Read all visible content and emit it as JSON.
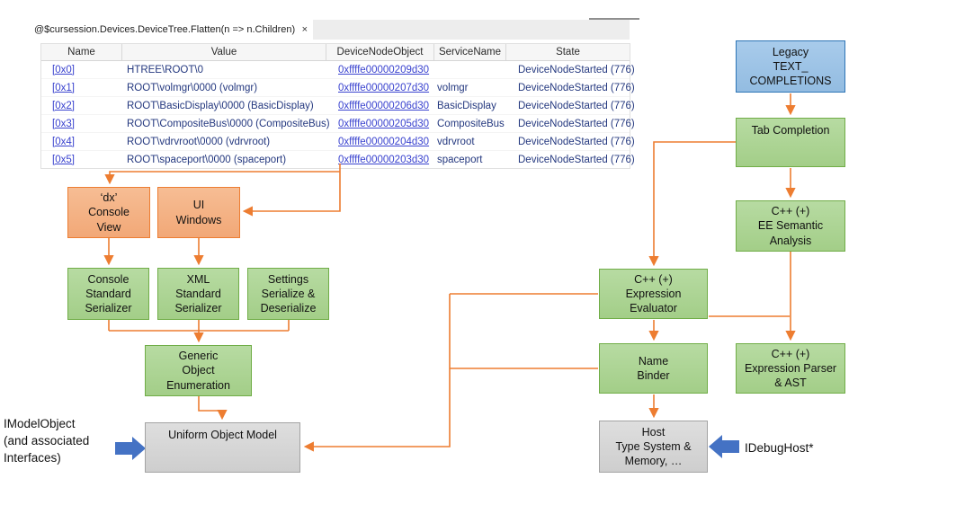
{
  "colors": {
    "connector_orange": "#ED7D31",
    "box_green_fill": "#A9D18E",
    "box_green_border": "#70AD47",
    "box_orange_fill": "#F4B183",
    "box_orange_border": "#ED7D31",
    "box_blue_fill": "#9DC3E6",
    "box_blue_border": "#2E75B6",
    "box_gray_fill": "#D9D9D9",
    "box_gray_border": "#A3A3A3",
    "block_arrow_blue": "#4472C4",
    "link_text": "#3A43CF",
    "value_text": "#24387F"
  },
  "watch_window": {
    "tab": {
      "label": "@$cursession.Devices.DeviceTree.Flatten(n => n.Children)",
      "close": "×"
    },
    "table": {
      "columns": [
        "Name",
        "Value",
        "DeviceNodeObject",
        "ServiceName",
        "State"
      ],
      "rows": [
        {
          "name": "[0x0]",
          "value": "HTREE\\ROOT\\0",
          "device_node_object": "0xffffe00000209d30",
          "service_name": "",
          "state": "DeviceNodeStarted (776)"
        },
        {
          "name": "[0x1]",
          "value": "ROOT\\volmgr\\0000 (volmgr)",
          "device_node_object": "0xffffe00000207d30",
          "service_name": "volmgr",
          "state": "DeviceNodeStarted (776)"
        },
        {
          "name": "[0x2]",
          "value": "ROOT\\BasicDisplay\\0000 (BasicDisplay)",
          "device_node_object": "0xffffe00000206d30",
          "service_name": "BasicDisplay",
          "state": "DeviceNodeStarted (776)"
        },
        {
          "name": "[0x3]",
          "value": "ROOT\\CompositeBus\\0000 (CompositeBus)",
          "device_node_object": "0xffffe00000205d30",
          "service_name": "CompositeBus",
          "state": "DeviceNodeStarted (776)"
        },
        {
          "name": "[0x4]",
          "value": "ROOT\\vdrvroot\\0000 (vdrvroot)",
          "device_node_object": "0xffffe00000204d30",
          "service_name": "vdrvroot",
          "state": "DeviceNodeStarted (776)"
        },
        {
          "name": "[0x5]",
          "value": "ROOT\\spaceport\\0000 (spaceport)",
          "device_node_object": "0xffffe00000203d30",
          "service_name": "spaceport",
          "state": "DeviceNodeStarted (776)"
        }
      ]
    }
  },
  "diagram": {
    "boxes": {
      "legacy": {
        "label": "Legacy\nTEXT_\nCOMPLETIONS"
      },
      "tab_completion": {
        "label": "Tab Completion"
      },
      "ee_semantic": {
        "label": "C++ (+)\nEE Semantic\nAnalysis"
      },
      "expression_evaluator": {
        "label": "C++ (+)\nExpression\nEvaluator"
      },
      "name_binder": {
        "label": "Name\nBinder"
      },
      "expression_parser": {
        "label": "C++ (+)\nExpression Parser\n& AST"
      },
      "host": {
        "label": "Host\nType System &\nMemory, …"
      },
      "dx_console_view": {
        "label": "‘dx’\nConsole\nView"
      },
      "ui_windows": {
        "label": "UI\nWindows"
      },
      "console_serializer": {
        "label": "Console\nStandard\nSerializer"
      },
      "xml_serializer": {
        "label": "XML\nStandard\nSerializer"
      },
      "settings_serializer": {
        "label": "Settings\nSerialize &\nDeserialize"
      },
      "generic_enumeration": {
        "label": "Generic\nObject\nEnumeration"
      },
      "uniform_object_model": {
        "label": "Uniform Object Model"
      }
    },
    "annotations": {
      "imodelobject": "IModelObject\n(and associated\nInterfaces)",
      "idebughost": "IDebugHost*"
    }
  }
}
